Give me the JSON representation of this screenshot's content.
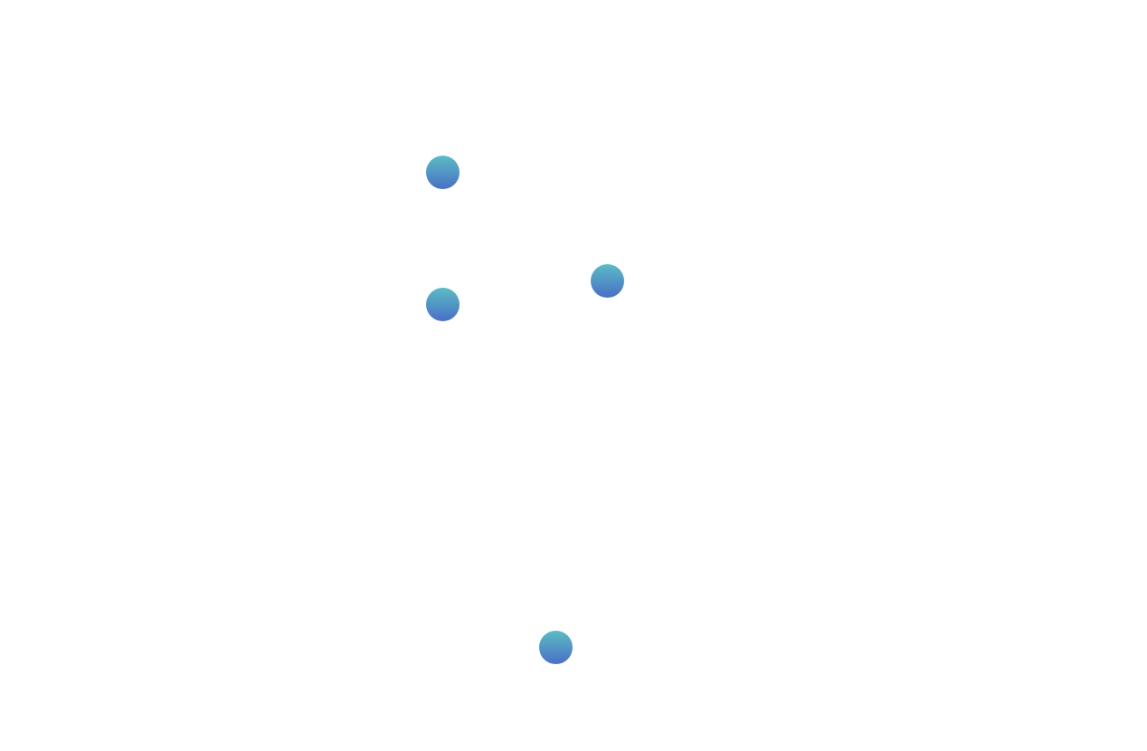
{
  "colors": {
    "background": "#ffffff",
    "dot_top": "#5bbcc4",
    "dot_bottom": "#4a6fc6"
  },
  "dots": [
    {
      "name": "dot-1",
      "icon": "circle-icon"
    },
    {
      "name": "dot-2",
      "icon": "circle-icon"
    },
    {
      "name": "dot-3",
      "icon": "circle-icon"
    },
    {
      "name": "dot-4",
      "icon": "circle-icon"
    }
  ]
}
